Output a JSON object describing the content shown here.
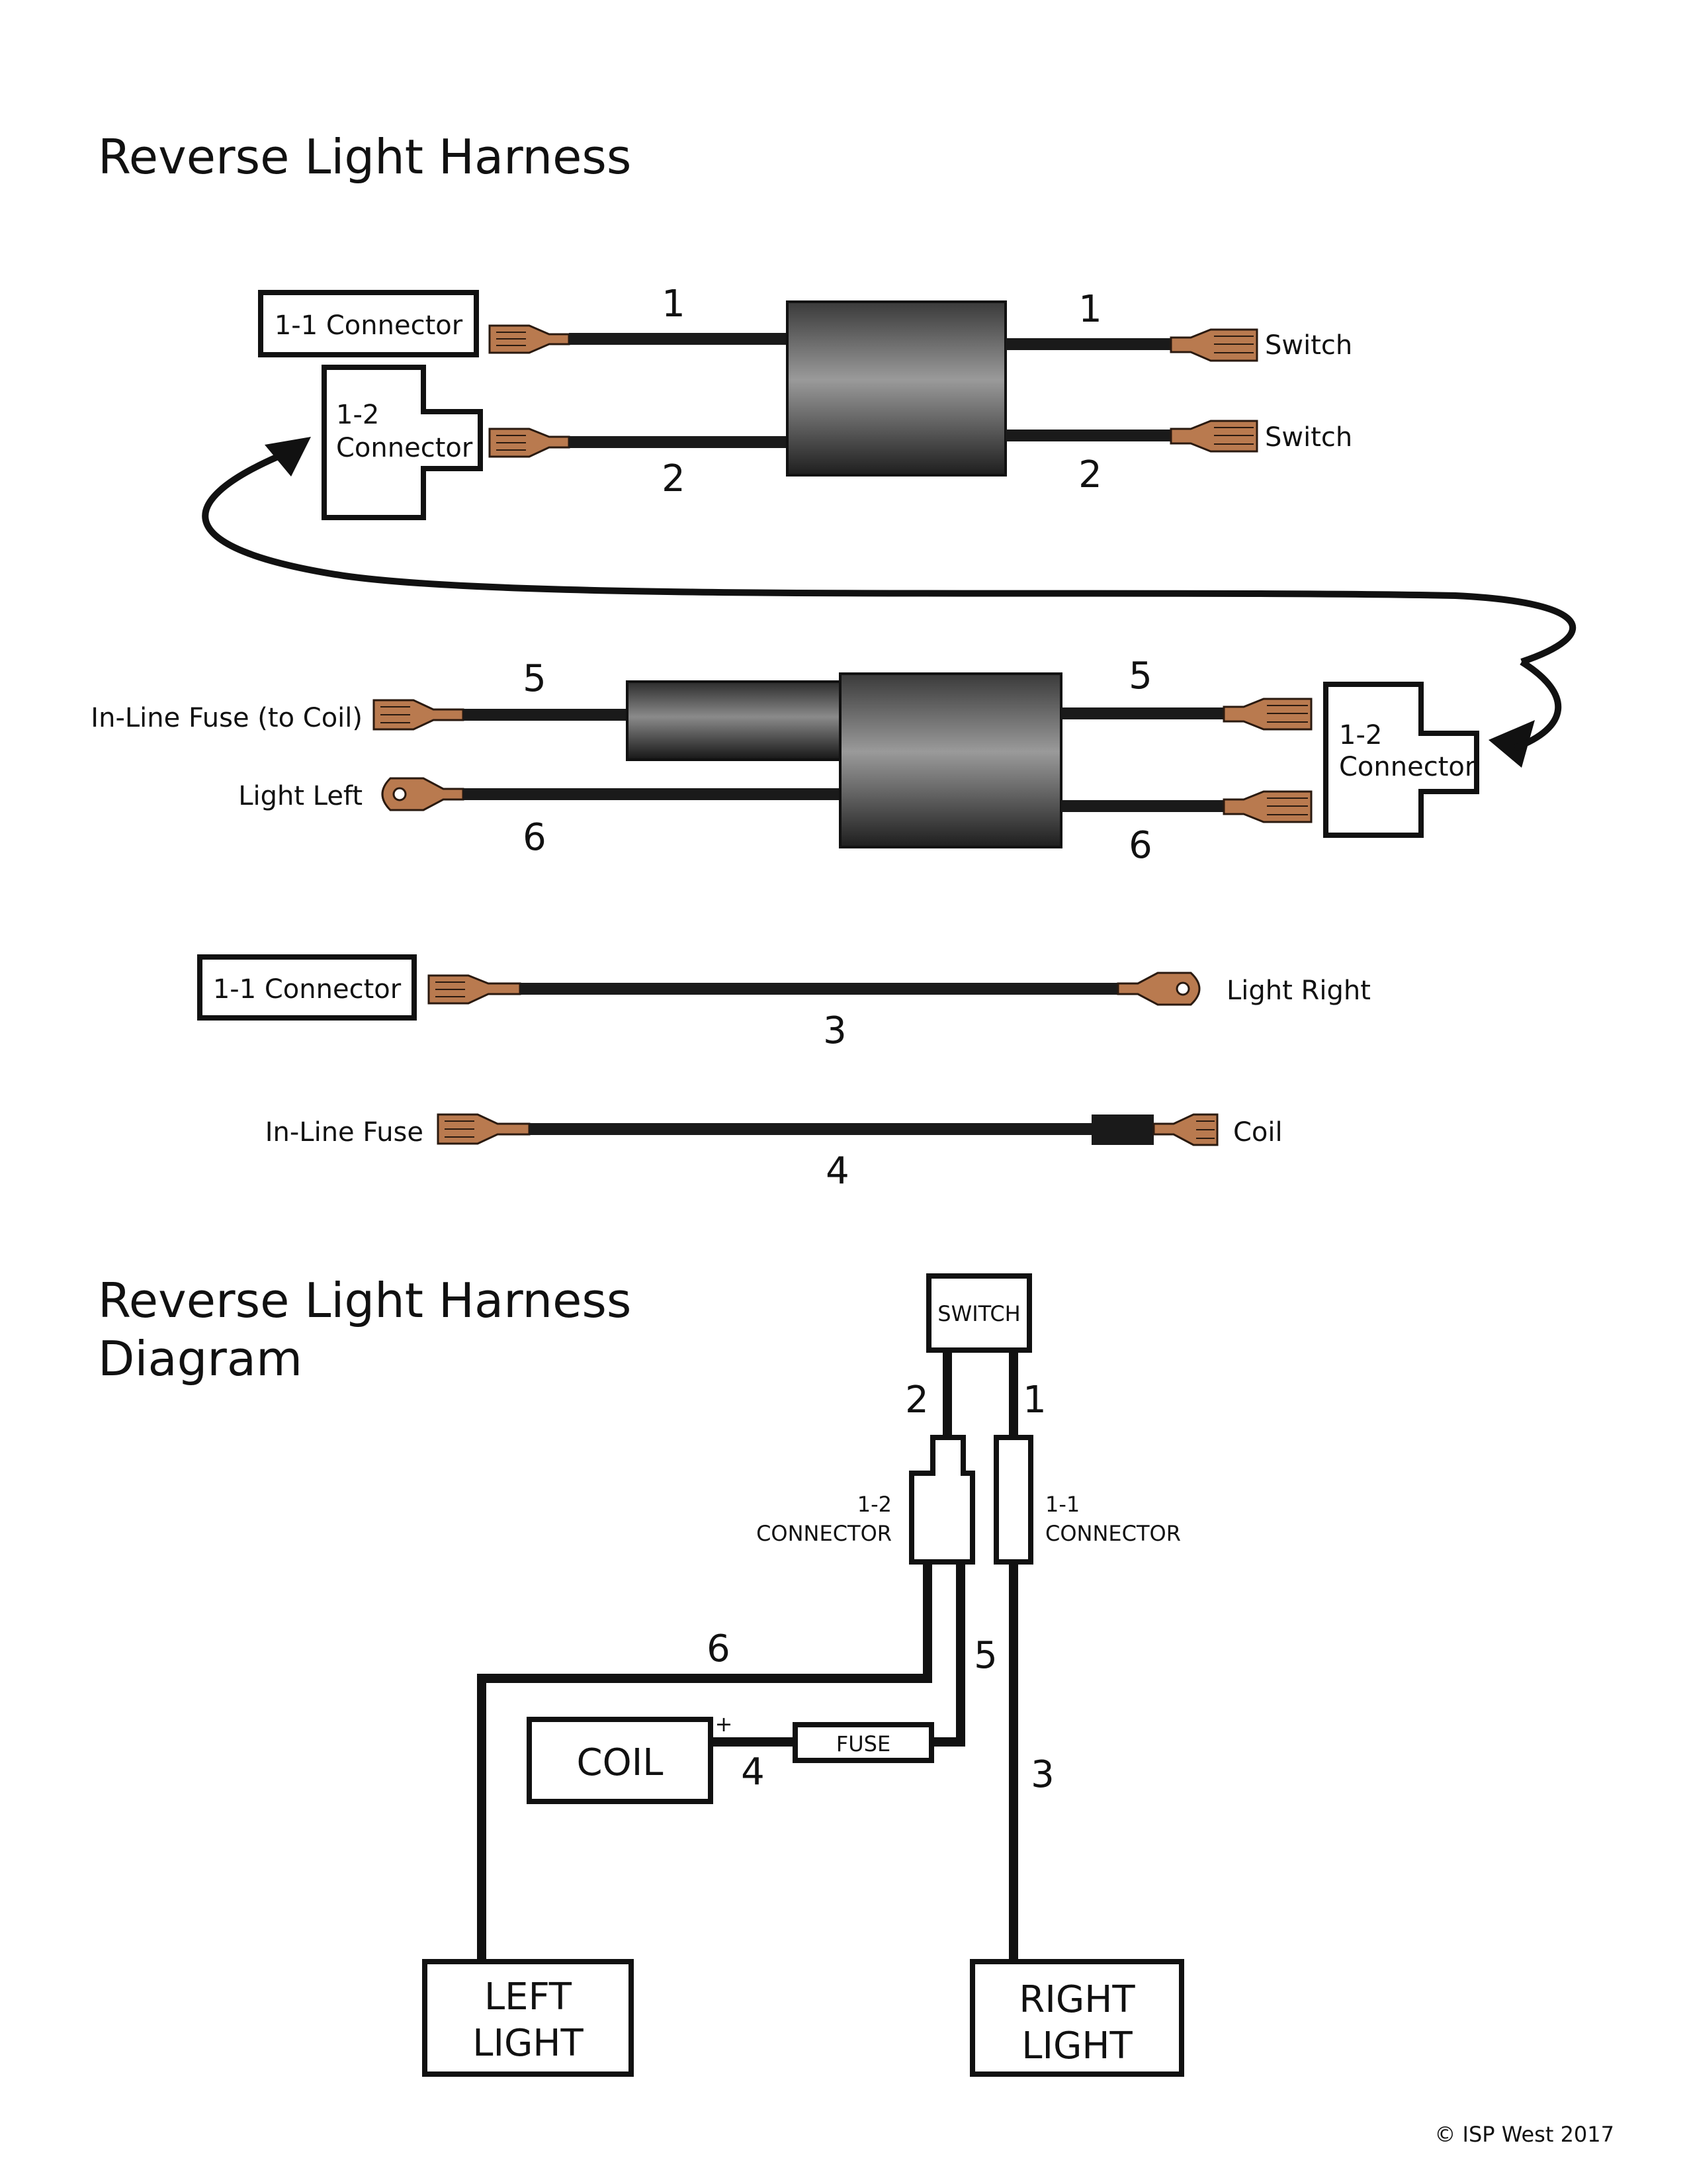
{
  "titles": {
    "harness": "Reverse Light Harness",
    "diagram_line1": "Reverse Light Harness",
    "diagram_line2": "Diagram"
  },
  "harness": {
    "top_boot": {
      "left_box_1": "1-1 Connector",
      "left_box_2_line1": "1-2",
      "left_box_2_line2": "Connector",
      "wire_left_1": "1",
      "wire_left_2": "2",
      "wire_right_1": "1",
      "wire_right_2": "2",
      "switch_1": "Switch",
      "switch_2": "Switch"
    },
    "mid_boot": {
      "fuse_label": "In-Line Fuse (to Coil)",
      "light_left_label": "Light Left",
      "wire_left_5": "5",
      "wire_left_6": "6",
      "wire_right_5": "5",
      "wire_right_6": "6",
      "right_box_line1": "1-2",
      "right_box_line2": "Connector"
    },
    "wire3": {
      "box": "1-1 Connector",
      "num": "3",
      "end_label": "Light Right"
    },
    "wire4": {
      "start_label": "In-Line Fuse",
      "num": "4",
      "end_label": "Coil"
    }
  },
  "diagram": {
    "switch": "SWITCH",
    "wire_2": "2",
    "wire_1": "1",
    "conn_12_line1": "1-2",
    "conn_12_line2": "CONNECTOR",
    "conn_11_line1": "1-1",
    "conn_11_line2": "CONNECTOR",
    "wire_6": "6",
    "wire_5": "5",
    "coil": "COIL",
    "plus": "+",
    "fuse": "FUSE",
    "wire_4": "4",
    "wire_3": "3",
    "left_light_line1": "LEFT",
    "left_light_line2": "LIGHT",
    "right_light_line1": "RIGHT",
    "right_light_line2": "LIGHT"
  },
  "copyright": "© ISP West 2017"
}
